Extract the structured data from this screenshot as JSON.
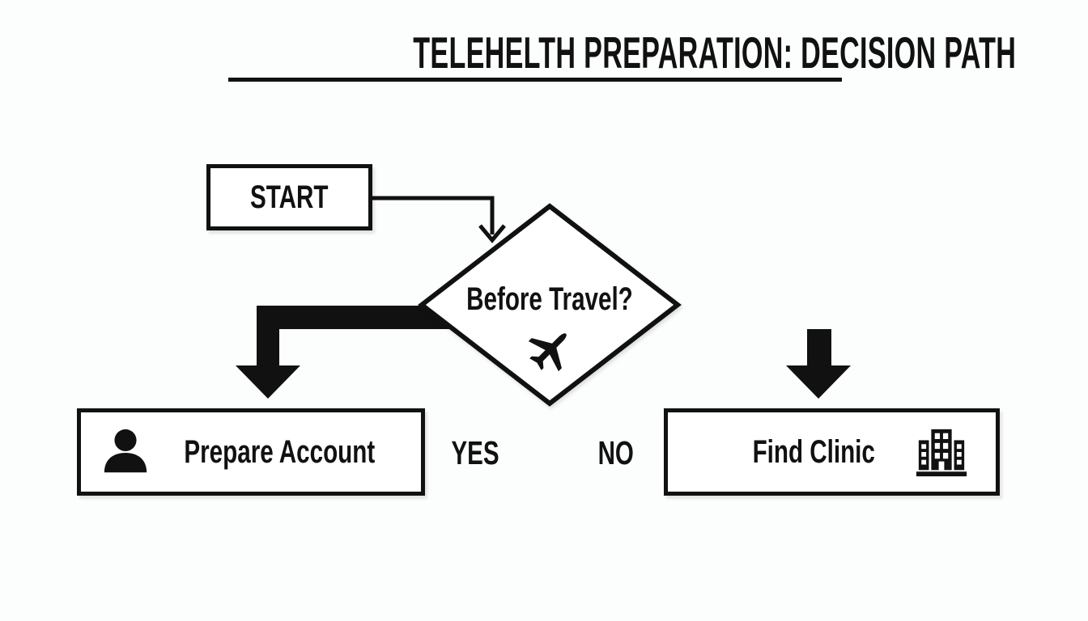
{
  "title": {
    "text": "TELEHELTH PREPARATION: DECISION PATH"
  },
  "nodes": {
    "start": {
      "label": "START",
      "type": "terminator"
    },
    "decision": {
      "label": "Before Travel?",
      "icon": "airplane-icon",
      "type": "decision"
    },
    "prepare_account": {
      "label": "Prepare Account",
      "icon": "person-icon",
      "type": "process"
    },
    "find_clinic": {
      "label": "Find Clinic",
      "icon": "building-icon",
      "type": "process"
    }
  },
  "edges": {
    "start_to_decision": {
      "from": "start",
      "to": "decision"
    },
    "yes": {
      "label": "YES",
      "from": "decision",
      "to": "prepare_account"
    },
    "no": {
      "label": "NO",
      "from": "decision",
      "to": "find_clinic"
    }
  },
  "colors": {
    "ink": "#111111",
    "background": "#fcfdfd",
    "node_fill": "#ffffff"
  }
}
